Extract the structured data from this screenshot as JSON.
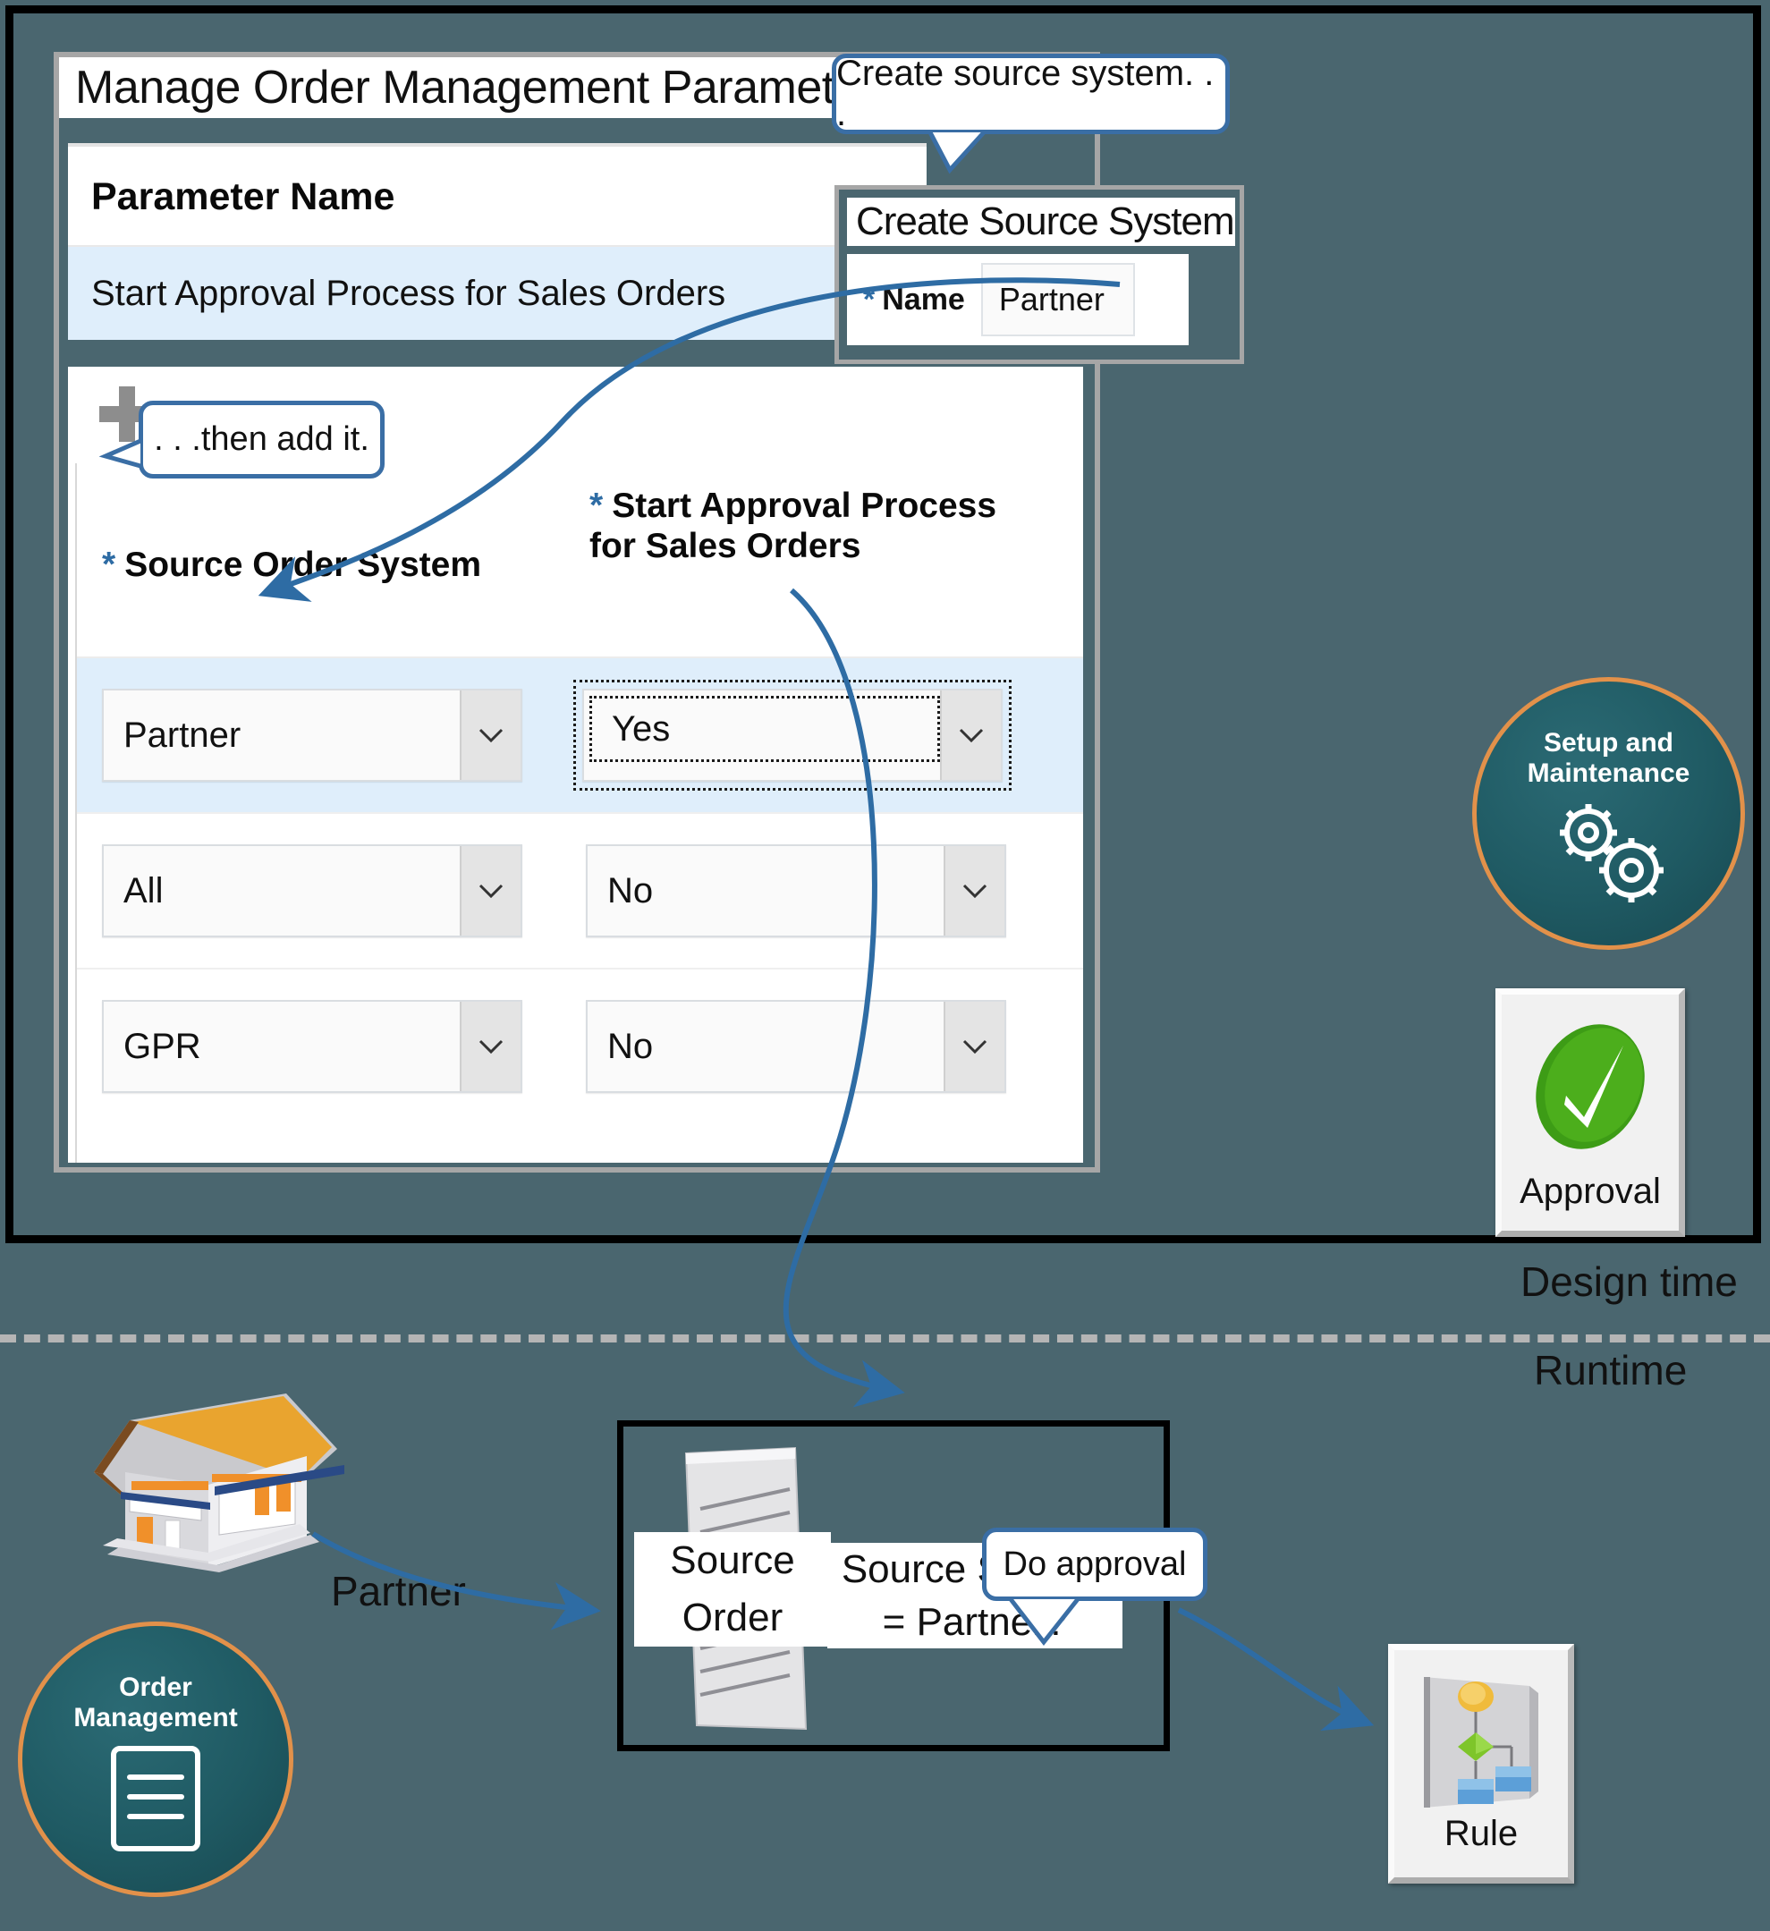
{
  "background_color": "#4a666f",
  "accent_blue": "#3a6ea5",
  "accent_orange": "#e2914a",
  "params_panel": {
    "title": "Manage Order Management Parameters",
    "parameter_grid": {
      "header": "Parameter Name",
      "rows": [
        "Start Approval Process for Sales Orders"
      ]
    },
    "toolbar": {
      "add_icon": "plus-icon"
    },
    "table": {
      "required_marker": "*",
      "columns": [
        "Source Order System",
        "Start Approval Process for Sales Orders"
      ],
      "rows": [
        {
          "source_order_system": "Partner",
          "start_approval": "Yes",
          "selected": true
        },
        {
          "source_order_system": "All",
          "start_approval": "No",
          "selected": false
        },
        {
          "source_order_system": "GPR",
          "start_approval": "No",
          "selected": false
        }
      ]
    }
  },
  "callouts": {
    "add_it": ". . .then add it.",
    "create_source_system": "Create source system. . .",
    "do_approval": "Do approval"
  },
  "create_source_system": {
    "title": "Create Source System",
    "required_marker": "*",
    "name_label": "Name",
    "name_value": "Partner"
  },
  "badges": {
    "setup": {
      "line1": "Setup and",
      "line2": "Maintenance",
      "icon": "gears-icon"
    },
    "approval": {
      "label": "Approval",
      "icon": "green-check-icon"
    },
    "order_management": {
      "line1": "Order",
      "line2": "Management",
      "icon": "document-icon"
    },
    "rule": {
      "label": "Rule",
      "icon": "rule-tree-icon"
    }
  },
  "runtime": {
    "partner_label": "Partner",
    "store_icon": "store-building-icon",
    "decision": {
      "source_order": "Source\nOrder",
      "question_line1": "Source System",
      "question_line2": "= Partner?",
      "doc_icon": "document-lines-icon"
    }
  },
  "phases": {
    "design_time": "Design time",
    "runtime": "Runtime"
  }
}
